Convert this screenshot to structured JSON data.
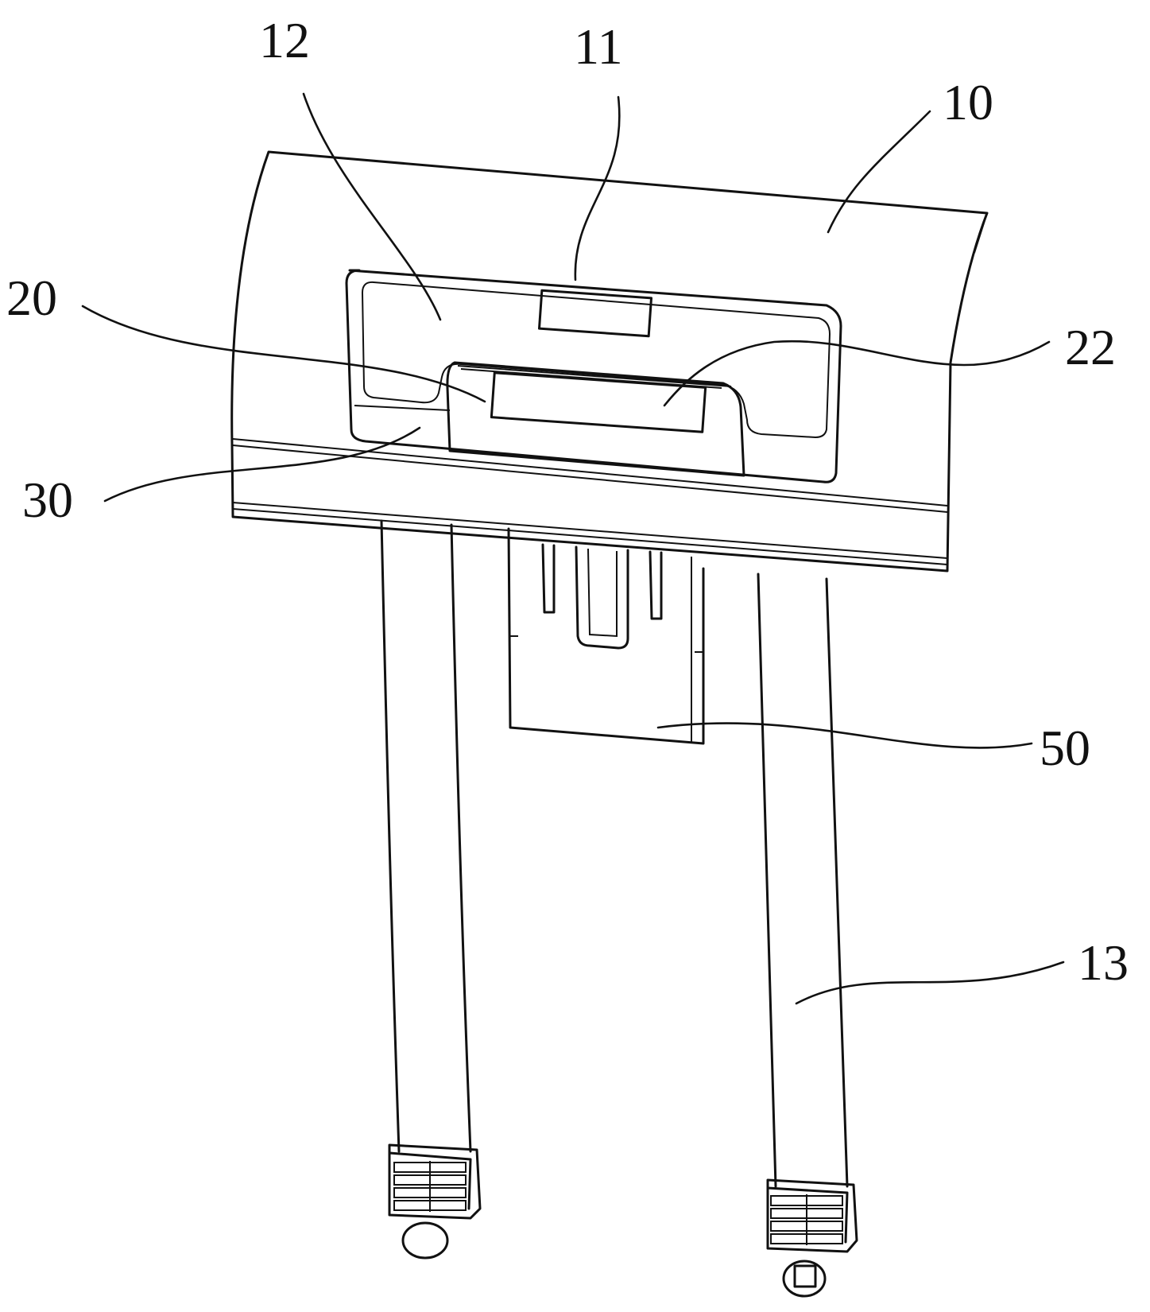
{
  "labels": {
    "l10": "10",
    "l11": "11",
    "l12": "12",
    "l13": "13",
    "l20": "20",
    "l22": "22",
    "l30": "30",
    "l50": "50"
  }
}
